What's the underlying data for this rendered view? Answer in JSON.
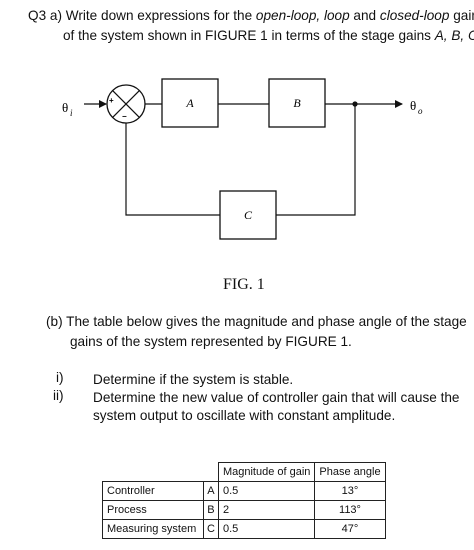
{
  "question": {
    "line1_prefix": "Q3 a) Write down expressions for the ",
    "open_loop": "open-loop, loop",
    "and": " and ",
    "closed_loop": "closed-loop",
    "gains_word": " gains",
    "line2_prefix": "of the system shown in FIGURE 1 in terms of the stage gains ",
    "line2_vars": "A, B, C."
  },
  "diagram": {
    "input_signal": "θ",
    "input_sub": "i",
    "output_signal": "θ",
    "output_sub": "o",
    "plus_sign": "+",
    "minus_sign": "−",
    "block_a": "A",
    "block_b": "B",
    "block_c": "C",
    "figure_label": "FIG. 1"
  },
  "part_b": {
    "line1": "(b) The table below gives the magnitude and phase angle of the stage",
    "line2": "gains of the system represented by FIGURE 1.",
    "items": [
      {
        "num": "i)",
        "text": "Determine if the system is stable."
      },
      {
        "num": "ii)",
        "text_line1": "Determine the new value of controller gain that will cause the",
        "text_line2": "system output to oscillate with constant amplitude."
      }
    ]
  },
  "table": {
    "headers": [
      "Magnitude of gain",
      "Phase angle"
    ],
    "rows": [
      {
        "name": "Controller",
        "symbol": "A",
        "magnitude": "0.5",
        "phase": "13°"
      },
      {
        "name": "Process",
        "symbol": "B",
        "magnitude": "2",
        "phase": "113°"
      },
      {
        "name": "Measuring system",
        "symbol": "C",
        "magnitude": "0.5",
        "phase": "47°"
      }
    ]
  }
}
